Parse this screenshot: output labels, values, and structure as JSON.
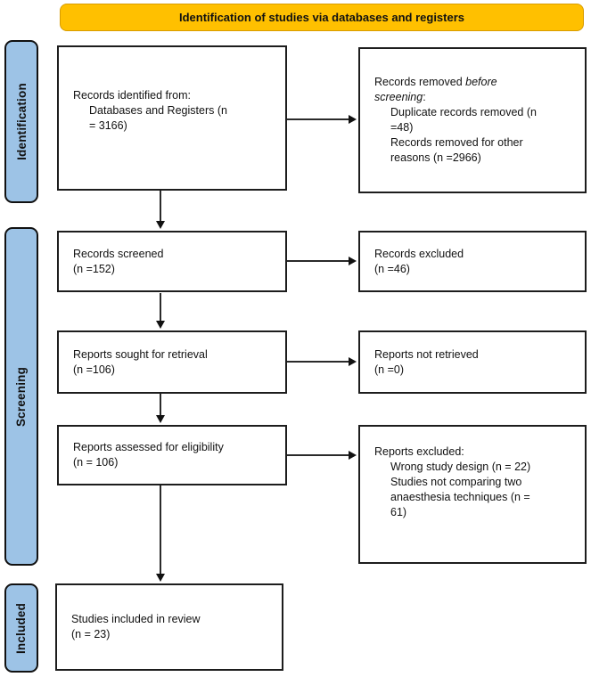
{
  "banner": {
    "label": "Identification of studies via databases and registers"
  },
  "colors": {
    "banner_bg": "#FFC000",
    "stage_bg": "#9DC3E6",
    "box_border": "#1D1D1D",
    "background": "#FFFFFF"
  },
  "stages": {
    "identification": "Identification",
    "screening": "Screening",
    "included": "Included"
  },
  "boxes": {
    "records_identified": {
      "line1": "Records identified from:",
      "sub_lines": [
        "Databases and Registers (n",
        "= 3166)"
      ]
    },
    "records_removed": {
      "title_l1_pre": "Records removed ",
      "title_l1_italic": "before",
      "title_l2_italic": "screening",
      "title_l2_post": ":",
      "sub_lines": [
        "Duplicate records removed (n",
        "=48)",
        "Records removed for other",
        "reasons (n =2966)"
      ]
    },
    "records_screened": {
      "line1": "Records screened",
      "line2": "(n =152)"
    },
    "records_excluded": {
      "line1": "Records excluded",
      "line2": "(n =46)"
    },
    "reports_sought": {
      "line1": "Reports sought for retrieval",
      "line2": "(n =106)"
    },
    "reports_not_retrieved": {
      "line1": "Reports not retrieved",
      "line2": "(n =0)"
    },
    "reports_assessed": {
      "line1": "Reports assessed for eligibility",
      "line2": "(n = 106)"
    },
    "reports_excluded": {
      "title": "Reports excluded:",
      "sub_lines": [
        "Wrong study design (n = 22)",
        "Studies not comparing two",
        "anaesthesia techniques (n =",
        "61)"
      ]
    },
    "studies_included": {
      "line1": "Studies included in review",
      "line2": "(n = 23)"
    }
  }
}
